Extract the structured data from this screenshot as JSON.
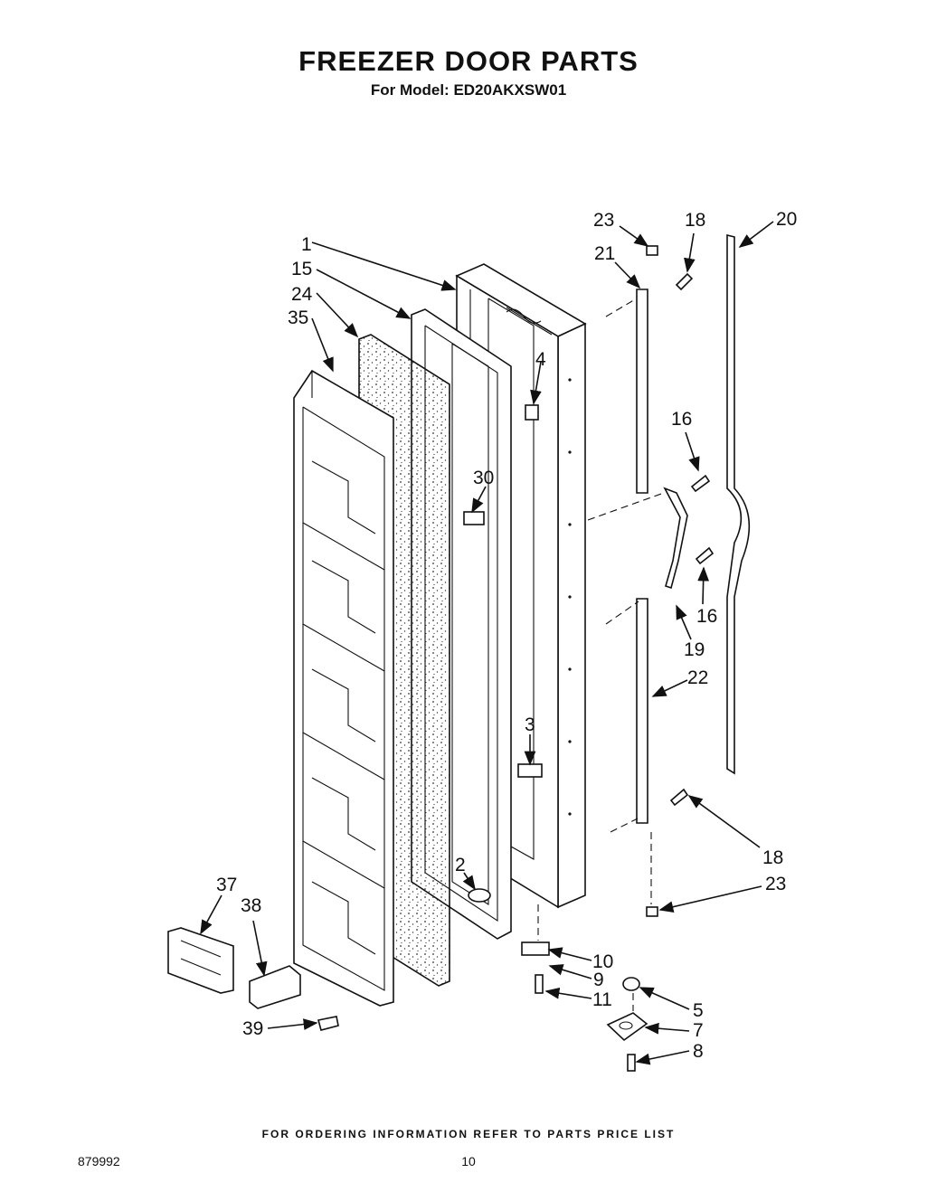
{
  "title": "FREEZER DOOR PARTS",
  "subtitle": "For Model: ED20AKXSW01",
  "footer": "FOR ORDERING INFORMATION REFER TO PARTS PRICE LIST",
  "doc_number": "879992",
  "page_number": "10",
  "callouts": {
    "c1": "1",
    "c15": "15",
    "c24": "24",
    "c35": "35",
    "c23a": "23",
    "c18a": "18",
    "c20": "20",
    "c21": "21",
    "c4": "4",
    "c16a": "16",
    "c30": "30",
    "c16b": "16",
    "c19": "19",
    "c22": "22",
    "c3": "3",
    "c18b": "18",
    "c23b": "23",
    "c2": "2",
    "c37": "37",
    "c38": "38",
    "c10": "10",
    "c9": "9",
    "c11": "11",
    "c5": "5",
    "c7": "7",
    "c8": "8",
    "c39": "39"
  }
}
